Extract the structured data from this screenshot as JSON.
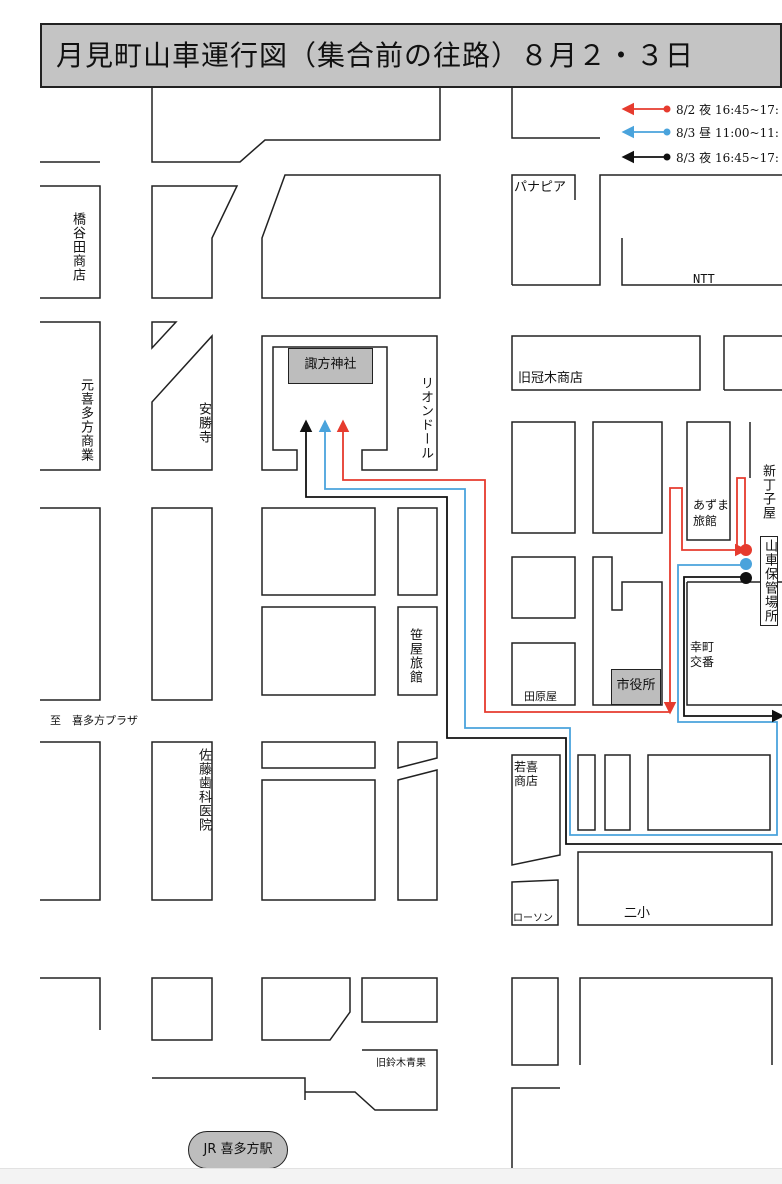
{
  "title": "月見町山車運行図（集合前の往路）８月２・３日",
  "legend": [
    {
      "label": "8/2 夜 16:45~17:",
      "color": "#e63b2e"
    },
    {
      "label": "8/3 昼 11:00~11:",
      "color": "#4aa3dc"
    },
    {
      "label": "8/3 夜 16:45~17:",
      "color": "#111111"
    }
  ],
  "labels": {
    "suwa_shrine": "諏方神社",
    "city_hall": "市役所",
    "station": "JR 喜多方駅",
    "panapia": "パナピア",
    "ntt": "NTT",
    "kyu_kanmuri": "旧冠木商店",
    "azuma_line1": "あずま",
    "azuma_line2": "旅館",
    "saiwai_line1": "幸町",
    "saiwai_line2": "交番",
    "tawaraya": "田原屋",
    "wakaki_line1": "若喜",
    "wakaki_line2": "商店",
    "lawson": "ローソン",
    "nisho": "二小",
    "kyu_suzuki": "旧鈴木青果",
    "plaza": "至　喜多方プラザ",
    "hashiya": "橋谷田商店",
    "motokita": "元喜多方商業",
    "anshoji": "安勝寺",
    "riondoru": "リオンドール",
    "sasaya": "笹屋旅館",
    "sato": "佐藤歯科医院",
    "shinchoji": "新丁子屋",
    "dashi": "山車保管場所"
  }
}
